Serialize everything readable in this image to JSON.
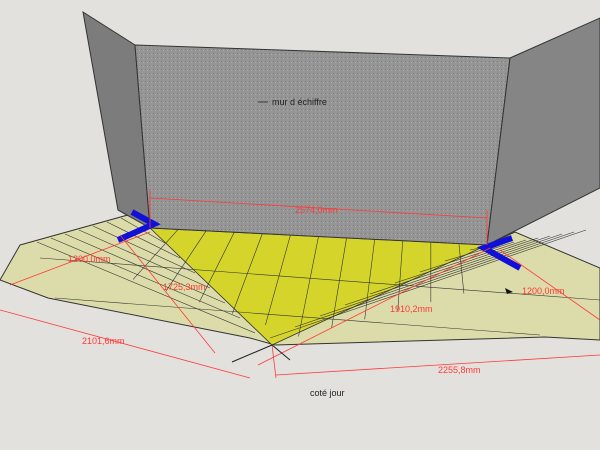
{
  "labels": {
    "wall": "mur d échiffre",
    "side": "coté jour"
  },
  "dimensions": {
    "wall_width": "2574,0mm",
    "left_run": "1200,0mm",
    "right_run": "1200,0mm",
    "left_diagonal": "1725,3mm",
    "right_diagonal": "1910,2mm",
    "left_outer": "2101,6mm",
    "right_outer": "2255,8mm"
  },
  "colors": {
    "background": "#e3e1dd",
    "wall": "#8e8e8e",
    "floor_light": "#dcdcaa",
    "floor_dark": "#d4d42a",
    "dimension": "#ff3a3a",
    "marker": "#1010d8"
  }
}
